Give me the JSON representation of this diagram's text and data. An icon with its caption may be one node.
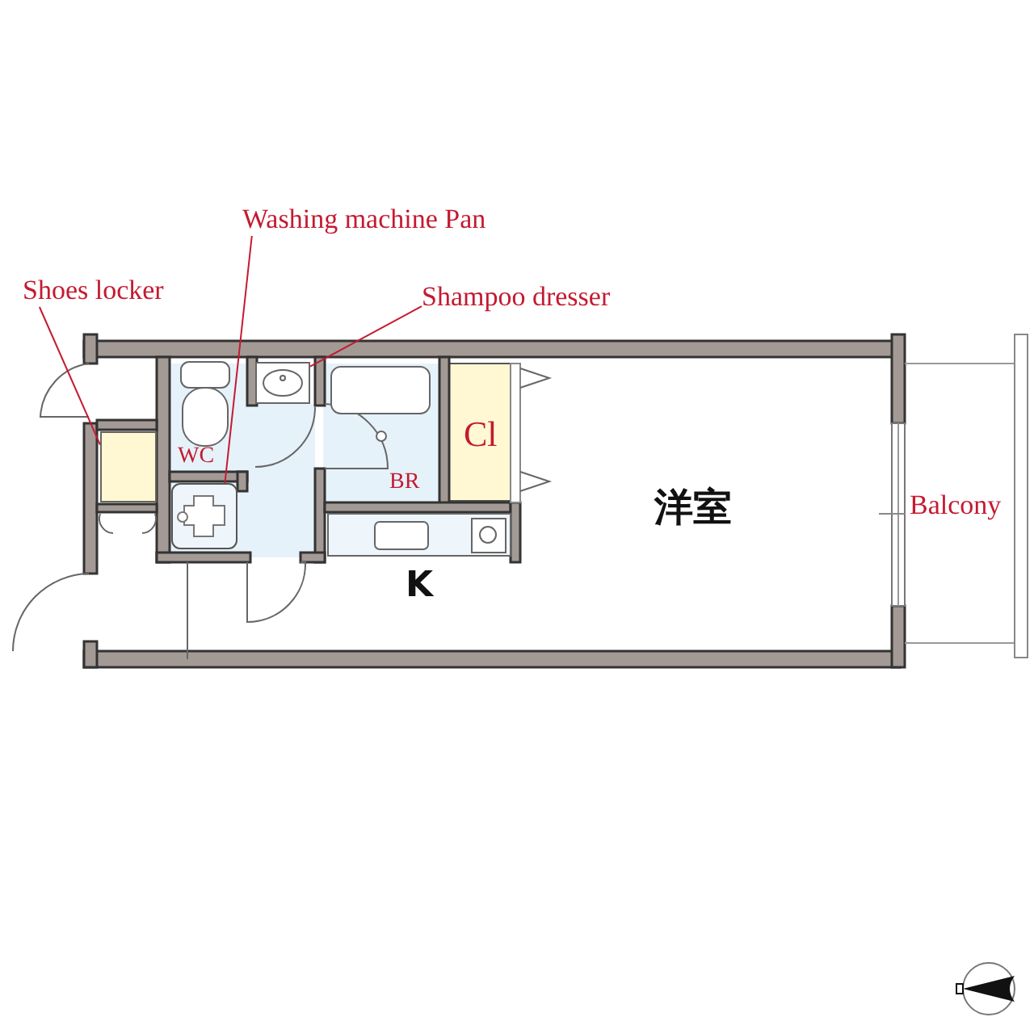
{
  "diagram": {
    "nodes": [
      {
        "text": [
          "Shoes locker"
        ]
      },
      {
        "text": [],
        "shape": "box"
      },
      {
        "text": [
          "Washing machine Pan"
        ]
      },
      {
        "text": [],
        "shape": "box"
      },
      {
        "text": [
          "Shampoo dresser"
        ]
      },
      {
        "text": [],
        "shape": "box"
      }
    ],
    "edges": [
      {
        "from": 0,
        "to": 1,
        "arrow": "none"
      },
      {
        "from": 2,
        "to": 3,
        "arrow": "none"
      },
      {
        "from": 4,
        "to": 5,
        "arrow": "none"
      }
    ],
    "labels": [
      "Cl",
      "WC",
      "BR",
      "洋室",
      "Balcony",
      "K"
    ]
  }
}
